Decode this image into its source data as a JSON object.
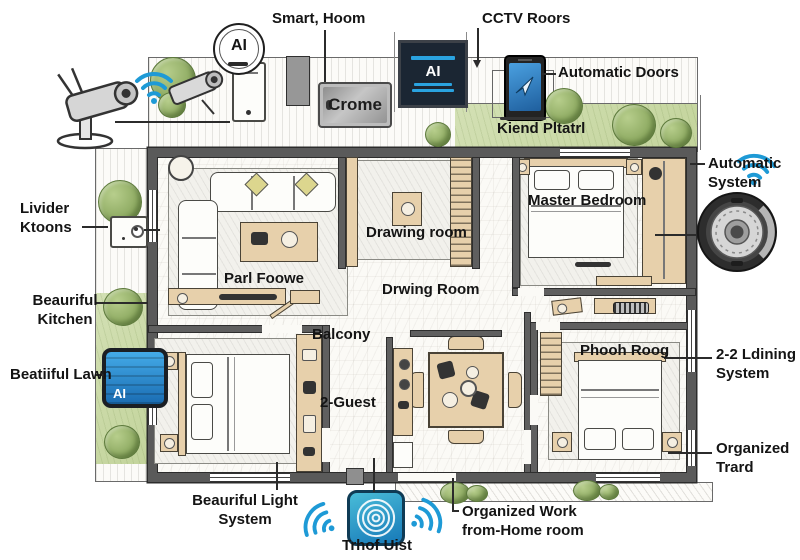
{
  "labels": {
    "smart_home": "Smart, Hoom",
    "cctv": "CCTV Roors",
    "automatic_doors": "Automatic Doors",
    "kiend_lawn": "Kiend Pltatrl",
    "automatic_system": "Automatic System",
    "livider": "Livider Ktoons",
    "kitchen": "Beauriful Kitchen",
    "lawn": "Beatiiful Lawn",
    "dining_system": "2-2 Ldining System",
    "organized_trard": "Organized Trard",
    "light_system": "Beauriful Light System",
    "wfh": "Organized Work from-Home room",
    "speaker": "Trhof Uist"
  },
  "rooms": {
    "master": "Master Bedroom",
    "drawing": "Drawing room",
    "living": "Parl Foowe",
    "hall": "Drwing Room",
    "balcony": "Balcony",
    "guest": "2-Guest",
    "bedroom2": "Phooh Roog"
  },
  "devices": {
    "ai_badge": "AI",
    "wall_panel_ai": "AI",
    "tv": "Crome",
    "lawn_ai": "AI"
  },
  "colors": {
    "wifi_blue": "#1e9ad6",
    "wall_gray": "#5a5a5a",
    "lawn_green": "#ccdcab",
    "wood_tan": "#e7d0ab",
    "panel_dark": "#1b2633",
    "screen_blue": "#2e7fc2",
    "ink": "#151515"
  }
}
